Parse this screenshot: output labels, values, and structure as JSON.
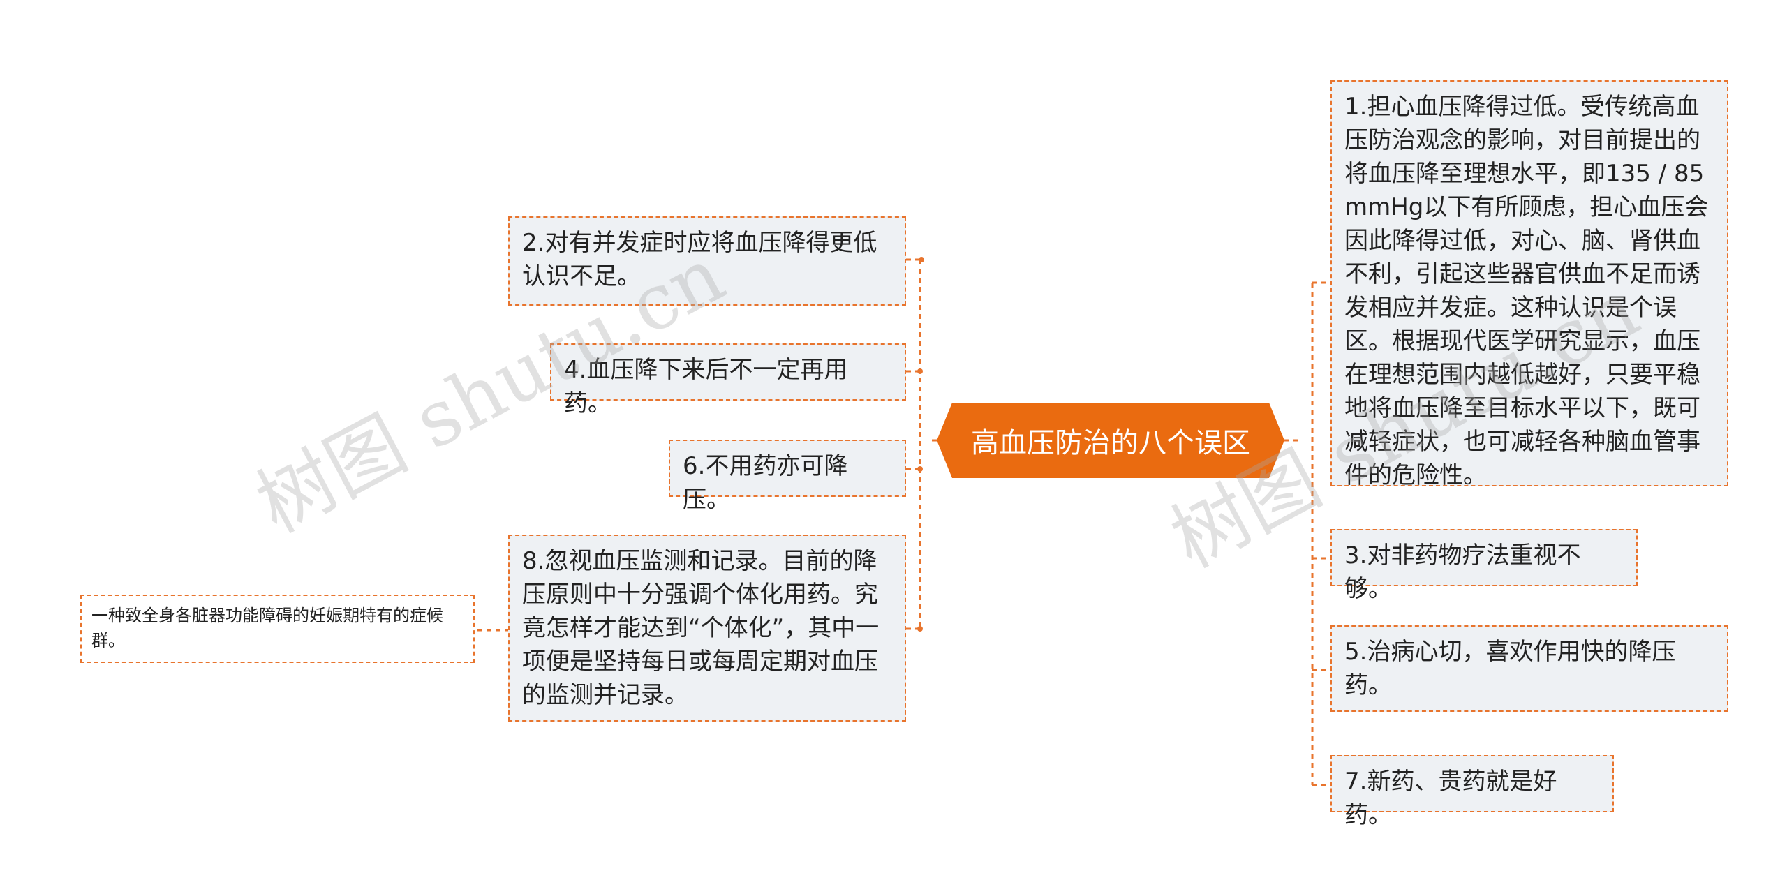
{
  "central": {
    "title": "高血压防治的八个误区"
  },
  "colors": {
    "accent": "#e8742d",
    "central_fill": "#ea6b10",
    "node_fill": "#eef1f4"
  },
  "watermark": {
    "text": "树图 shutu.cn"
  },
  "left_branches": [
    {
      "id": "n2",
      "text": "2.对有并发症时应将血压降得更低认识不足。"
    },
    {
      "id": "n4",
      "text": "4.血压降下来后不一定再用药。"
    },
    {
      "id": "n6",
      "text": "6.不用药亦可降压。"
    },
    {
      "id": "n8",
      "text": "8.忽视血压监测和记录。目前的降压原则中十分强调个体化用药。究竟怎样才能达到“个体化”，其中一项便是坚持每日或每周定期对血压的监测并记录。",
      "child": {
        "text": "一种致全身各脏器功能障碍的妊娠期特有的症候群。"
      }
    }
  ],
  "right_branches": [
    {
      "id": "n1",
      "text": "1.担心血压降得过低。受传统高血压防治观念的影响，对目前提出的将血压降至理想水平，即135 / 85 mmHg以下有所顾虑，担心血压会因此降得过低，对心、脑、肾供血不利，引起这些器官供血不足而诱发相应并发症。这种认识是个误区。根据现代医学研究显示，血压在理想范围内越低越好，只要平稳地将血压降至目标水平以下，既可减轻症状，也可减轻各种脑血管事件的危险性。"
    },
    {
      "id": "n3",
      "text": "3.对非药物疗法重视不够。"
    },
    {
      "id": "n5",
      "text": "5.治病心切，喜欢作用快的降压药。"
    },
    {
      "id": "n7",
      "text": "7.新药、贵药就是好药。"
    }
  ]
}
